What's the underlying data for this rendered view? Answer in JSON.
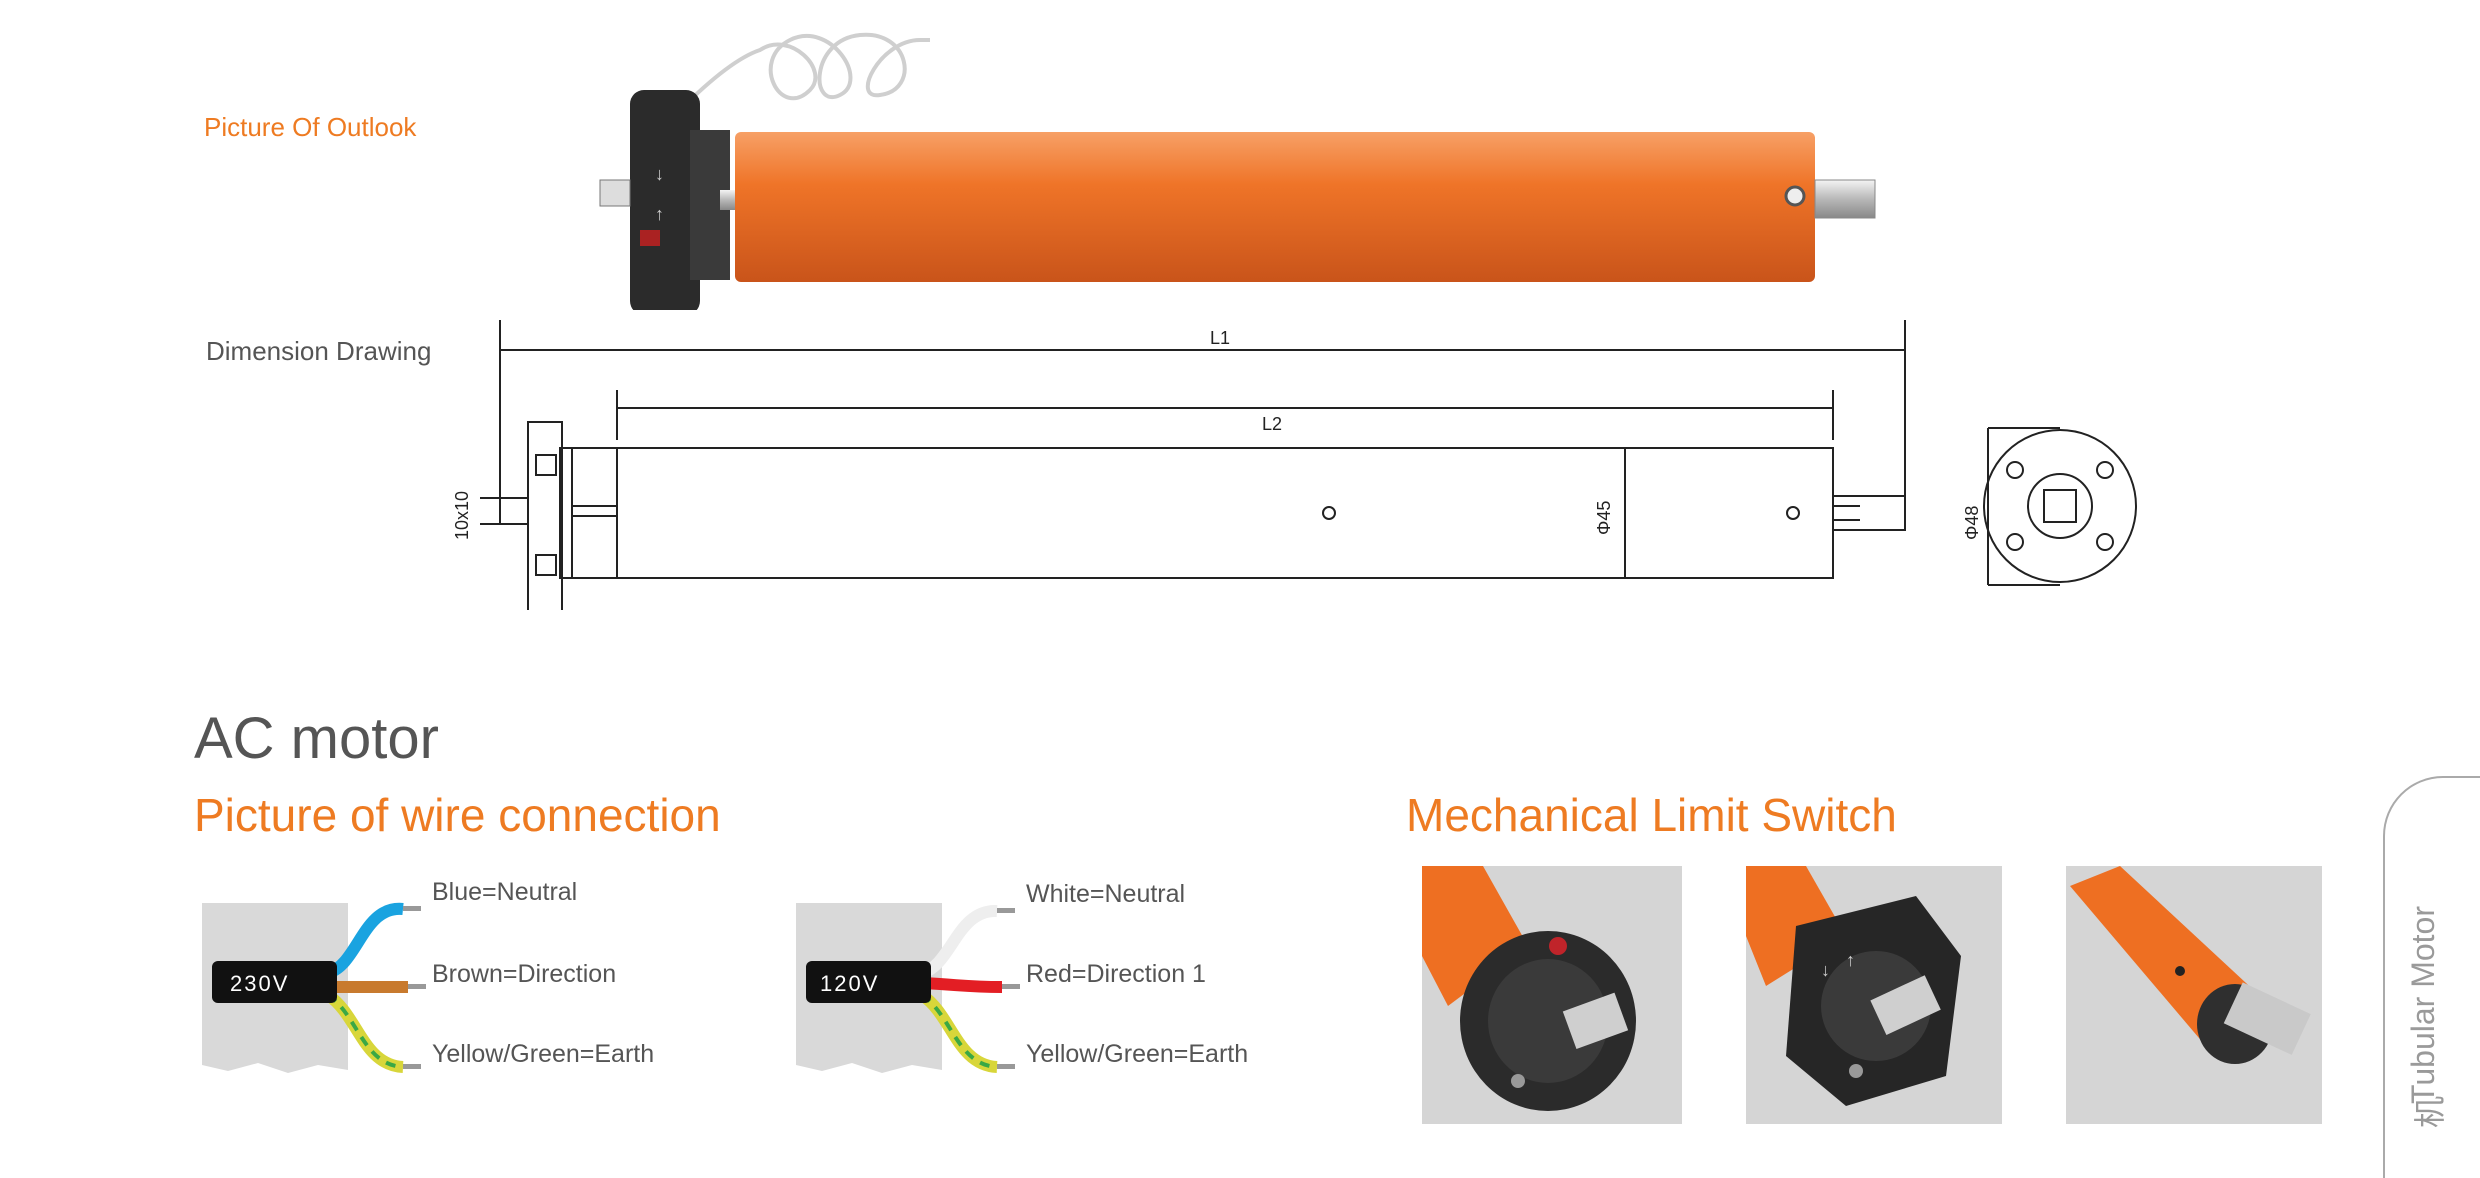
{
  "outlook": {
    "label": "Picture Of Outlook"
  },
  "dimension": {
    "label": "Dimension Drawing",
    "L1": "L1",
    "L2": "L2",
    "shaft": "10x10",
    "dia_tube": "Φ45",
    "dia_head": "Φ48"
  },
  "section": {
    "title": "AC motor"
  },
  "wire": {
    "title": "Picture of wire connection",
    "diagrams": [
      {
        "voltage": "230V",
        "lines": [
          "Blue=Neutral",
          "Brown=Direction",
          "Yellow/Green=Earth"
        ],
        "colors": [
          "#1aa3e0",
          "#c87a2e",
          "#d8d63a"
        ]
      },
      {
        "voltage": "120V",
        "lines": [
          "White=Neutral",
          "Red=Direction 1",
          "Yellow/Green=Earth"
        ],
        "colors": [
          "#eeeeee",
          "#e31e24",
          "#d8d63a"
        ]
      }
    ]
  },
  "limit_switch": {
    "title": "Mechanical Limit Switch"
  },
  "side_tab": {
    "text": "Tubular Motor",
    "cjk": "机"
  },
  "colors": {
    "accent": "#ee7b22",
    "text": "#555555",
    "tube": "#ee6f22"
  }
}
